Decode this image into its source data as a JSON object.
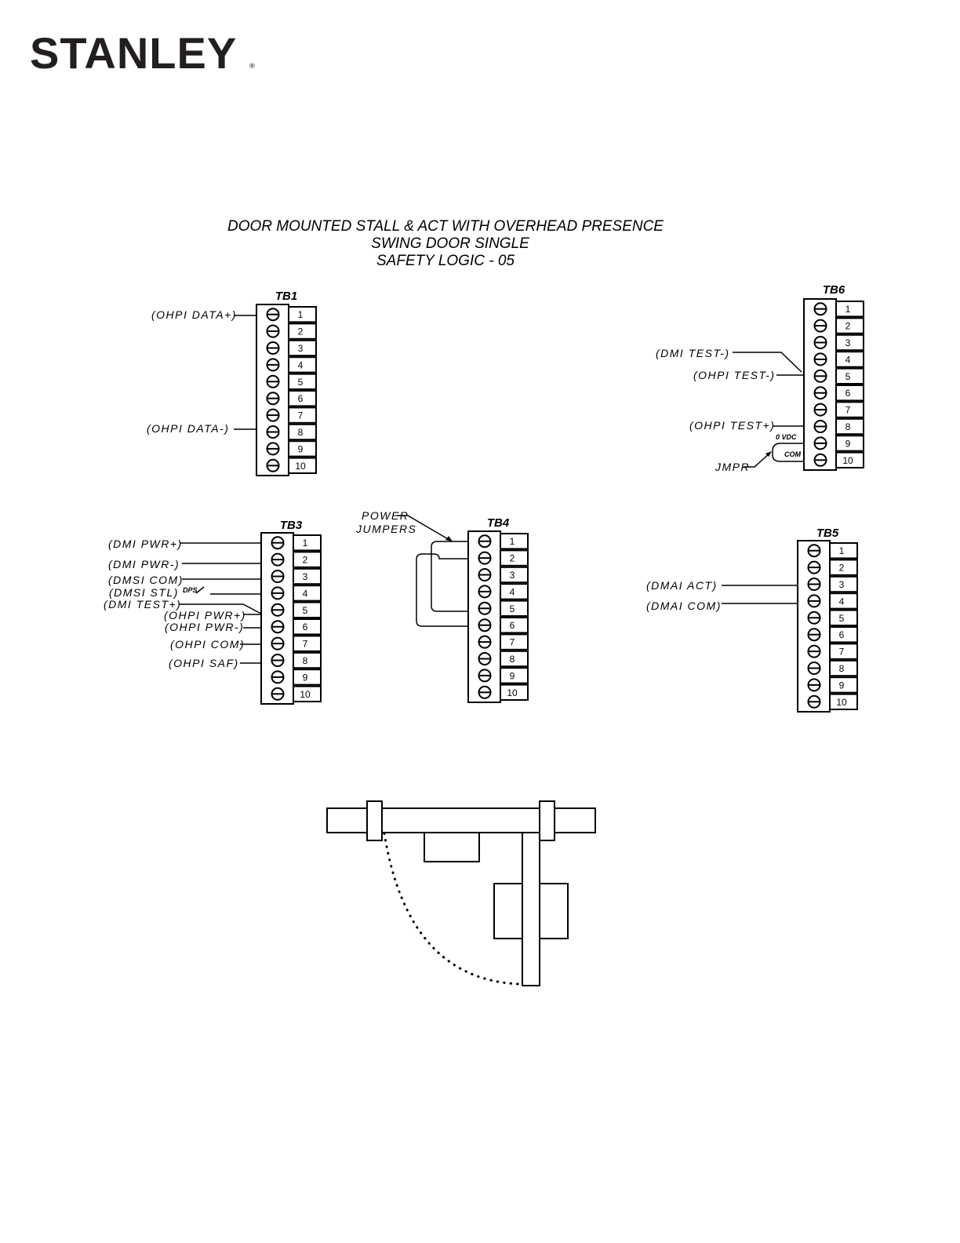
{
  "logo": {
    "text": "STANLEY",
    "reg": "®"
  },
  "title": {
    "line1": "DOOR MOUNTED STALL & ACT WITH OVERHEAD PRESENCE",
    "line2": "SWING DOOR SINGLE",
    "line3": "SAFETY LOGIC - 05"
  },
  "terminal_blocks": [
    {
      "name": "TB1",
      "terminals": [
        "1",
        "2",
        "3",
        "4",
        "5",
        "6",
        "7",
        "8",
        "9",
        "10"
      ]
    },
    {
      "name": "TB6",
      "terminals": [
        "1",
        "2",
        "3",
        "4",
        "5",
        "6",
        "7",
        "8",
        "9",
        "10"
      ]
    },
    {
      "name": "TB3",
      "terminals": [
        "1",
        "2",
        "3",
        "4",
        "5",
        "6",
        "7",
        "8",
        "9",
        "10"
      ]
    },
    {
      "name": "TB4",
      "terminals": [
        "1",
        "2",
        "3",
        "4",
        "5",
        "6",
        "7",
        "8",
        "9",
        "10"
      ]
    },
    {
      "name": "TB5",
      "terminals": [
        "1",
        "2",
        "3",
        "4",
        "5",
        "6",
        "7",
        "8",
        "9",
        "10"
      ]
    }
  ],
  "wire_labels": {
    "tb1": [
      "(OHPI DATA+)",
      "(OHPI DATA-)"
    ],
    "tb6": [
      "(DMI TEST-)",
      "(OHPI TEST-)",
      "(OHPI TEST+)",
      "0 VDC",
      "COM",
      "JMPR"
    ],
    "tb3": [
      "(DMI PWR+)",
      "(DMI PWR-)",
      "(DMSI COM)",
      "(DMSI STL)",
      "DPS",
      "(DMI TEST+)",
      "(OHPI PWR+)",
      "(OHPI PWR-)",
      "(OHPI COM)",
      "(OHPI SAF)"
    ],
    "tb4": [
      "POWER",
      "JUMPERS"
    ],
    "tb5": [
      "(DMAI ACT)",
      "(DMAI COM)"
    ]
  }
}
